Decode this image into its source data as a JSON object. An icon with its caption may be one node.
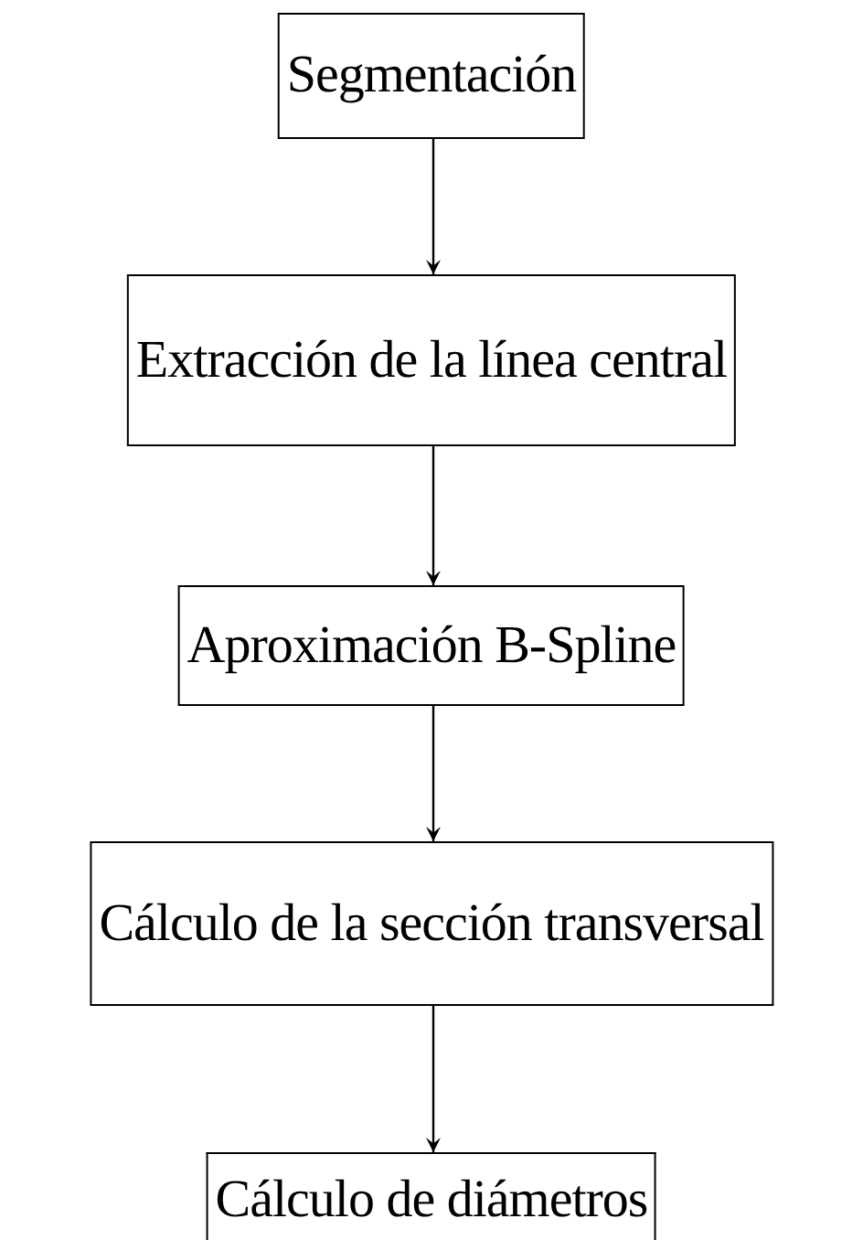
{
  "diagram": {
    "nodes": [
      {
        "text": [
          "Segmentación"
        ]
      },
      {
        "text": [
          "Extracción de la línea central"
        ]
      },
      {
        "text": [
          "Aproximación B-Spline"
        ]
      },
      {
        "text": [
          "Cálculo de la sección transversal"
        ]
      },
      {
        "text": [
          "Cálculo de diámetros"
        ]
      }
    ],
    "edges": [
      {
        "from": 0,
        "to": 1,
        "arrow": "to"
      },
      {
        "from": 1,
        "to": 2,
        "arrow": "to"
      },
      {
        "from": 2,
        "to": 3,
        "arrow": "to"
      },
      {
        "from": 3,
        "to": 4,
        "arrow": "to"
      }
    ]
  }
}
